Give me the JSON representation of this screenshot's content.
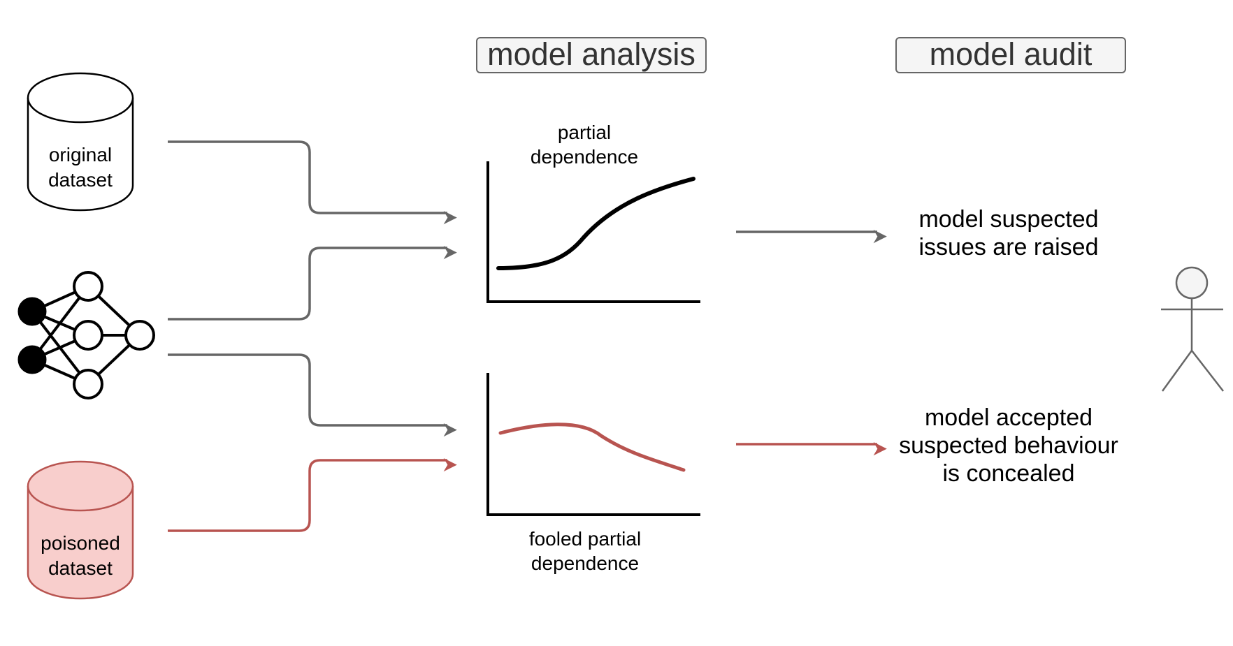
{
  "headers": {
    "analysis": "model analysis",
    "audit": "model audit"
  },
  "inputs": {
    "original_dataset": "original\ndataset",
    "poisoned_dataset": "poisoned\ndataset"
  },
  "plots": {
    "top_label": "partial\ndependence",
    "bottom_label": "fooled partial\ndependence"
  },
  "outcomes": {
    "top": "model suspected\nissues are raised",
    "bottom": "model accepted\nsuspected behaviour\nis concealed"
  },
  "colors": {
    "gray_arrow": "#666666",
    "red_arrow": "#b85450",
    "poisoned_fill": "#f8cecc",
    "poisoned_stroke": "#b85450",
    "header_fill": "#f5f5f5",
    "curve_black": "#000000",
    "curve_red": "#b85450"
  },
  "icons": {
    "neural_network": "neural-network-icon",
    "auditor": "stick-figure-person-icon",
    "dataset": "cylinder-database-icon"
  }
}
